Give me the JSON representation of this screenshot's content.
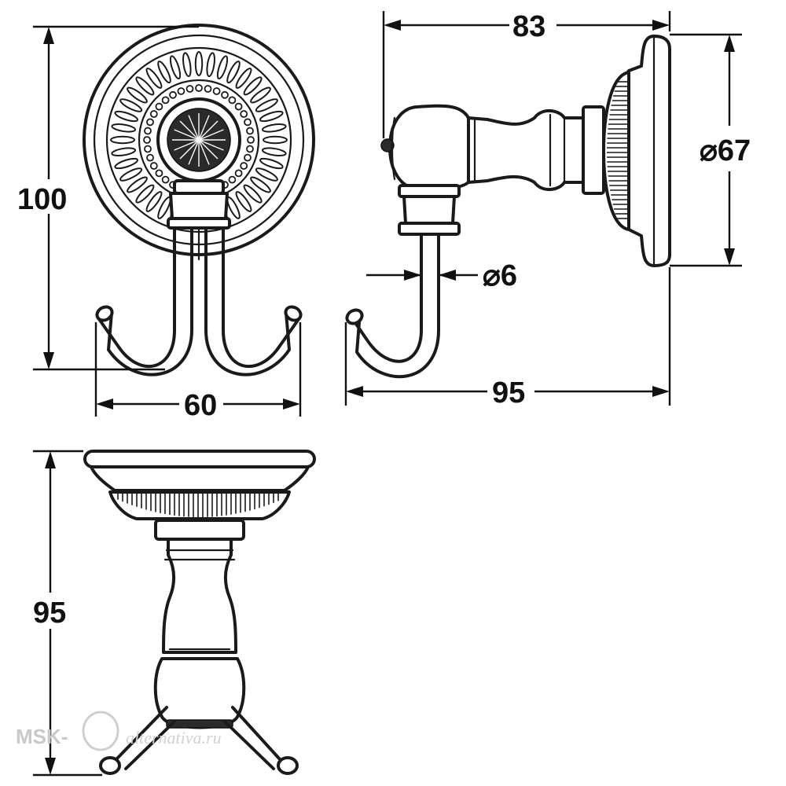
{
  "dimensions": {
    "front_height": "100",
    "front_width": "60",
    "side_depth_top": "83",
    "side_diameter": "⌀67",
    "hook_diameter": "⌀6",
    "side_depth_bottom": "95",
    "bottom_height": "95"
  },
  "watermark": {
    "brand_prefix": "MSK-",
    "brand_script": "alternativa.ru"
  },
  "colors": {
    "line": "#1a1a1a",
    "watermark": "#c9c9c9"
  }
}
